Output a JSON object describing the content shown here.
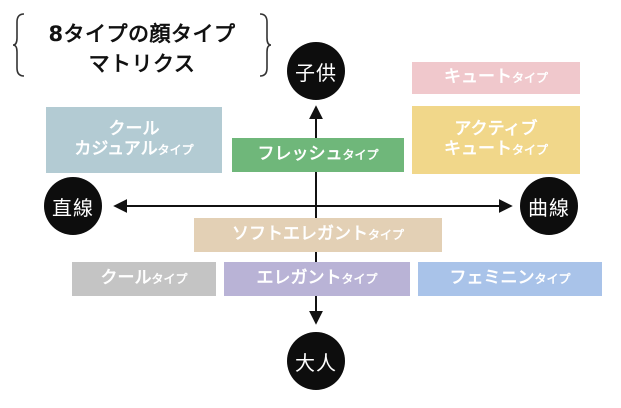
{
  "title": {
    "line1": "8タイプの顔タイプ",
    "line2": "マトリクス"
  },
  "axes": {
    "top": "子供",
    "bottom": "大人",
    "left": "直線",
    "right": "曲線"
  },
  "types": {
    "cute": {
      "line1_big": "キュート",
      "line1_small": "タイプ",
      "color": "#f0c8cc"
    },
    "cool_casual": {
      "line1_big": "クール",
      "line2_big": "カジュアル",
      "line2_small": "タイプ",
      "color": "#b3cbd3"
    },
    "fresh": {
      "line1_big": "フレッシュ",
      "line1_small": "タイプ",
      "color": "#6fb77a"
    },
    "active_cute": {
      "line1_big": "アクティブ",
      "line2_big": "キュート",
      "line2_small": "タイプ",
      "color": "#f1d78a"
    },
    "soft_elegant": {
      "line1_big": "ソフトエレガント",
      "line1_small": "タイプ",
      "color": "#e3d0b5"
    },
    "cool": {
      "line1_big": "クール",
      "line1_small": "タイプ",
      "color": "#c4c4c4"
    },
    "elegant": {
      "line1_big": "エレガント",
      "line1_small": "タイプ",
      "color": "#b9b3d6"
    },
    "feminine": {
      "line1_big": "フェミニン",
      "line1_small": "タイプ",
      "color": "#a9c3e9"
    }
  }
}
